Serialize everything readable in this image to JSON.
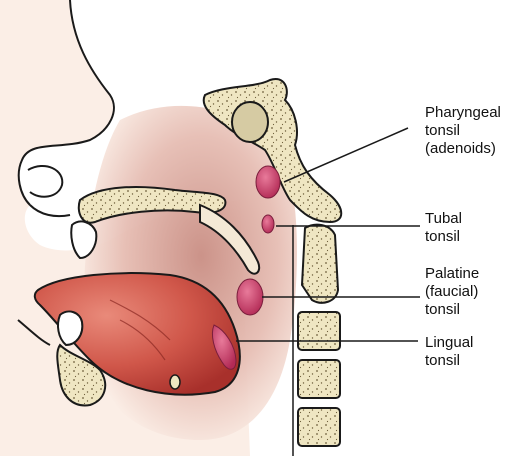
{
  "labels": {
    "pharyngeal_line1": "Pharyngeal",
    "pharyngeal_line2": "tonsil",
    "pharyngeal_line3": "(adenoids)",
    "tubal_line1": "Tubal",
    "tubal_line2": "tonsil",
    "palatine_line1": "Palatine",
    "palatine_line2": "(faucial)",
    "palatine_line3": "tonsil",
    "lingual_line1": "Lingual",
    "lingual_line2": "tonsil"
  },
  "colors": {
    "bone": "#efe6c2",
    "bone_dots": "#6e5f3c",
    "skin": "#fbeee6",
    "pharynx_shadow": "#d9a59a",
    "tongue": "#c8483e",
    "tonsil": "#c23a63",
    "outline": "#1a1a1a"
  },
  "icons": [
    "head-sagittal-illustration"
  ]
}
